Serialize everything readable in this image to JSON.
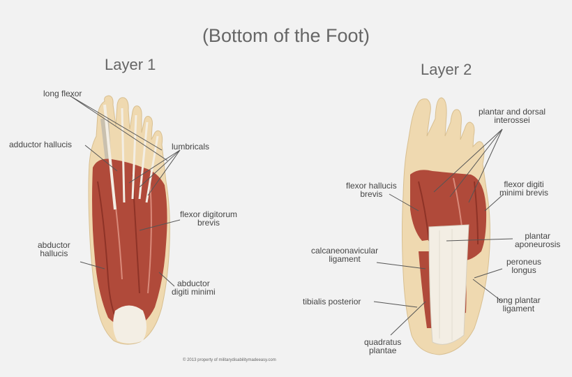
{
  "title": "(Bottom of the Foot)",
  "layer1": {
    "title": "Layer 1",
    "labels": {
      "long_flexor": "long flexor",
      "adductor_hallucis": "adductor hallucis",
      "lumbricals": "lumbricals",
      "flexor_digitorum_brevis": "flexor digitorum\nbrevis",
      "abductor_hallucis": "abductor\nhallucis",
      "abductor_digiti_minimi": "abductor\ndigiti minimi"
    }
  },
  "layer2": {
    "title": "Layer 2",
    "labels": {
      "plantar_dorsal_interossei": "plantar and dorsal\ninterossei",
      "flexor_hallucis_brevis": "flexor hallucis\nbrevis",
      "flexor_digiti_minimi_brevis": "flexor digiti\nminimi brevis",
      "plantar_aponeurosis": "plantar\naponeurosis",
      "calcaneonavicular_ligament": "calcaneonavicular\nligament",
      "peroneus_longus": "peroneus\nlongus",
      "tibialis_posterior": "tibialis posterior",
      "long_plantar_ligament": "long plantar\nligament",
      "quadratus_plantae": "quadratus\nplantae"
    }
  },
  "copyright": "© 2013 property of militarydisabilitymadeeasy.com",
  "colors": {
    "background": "#f2f2f2",
    "bone": "#efd9b0",
    "muscle": "#b04a3a",
    "muscle_dark": "#8e3327",
    "tendon": "#f3eee4",
    "leader_line": "#555555"
  }
}
